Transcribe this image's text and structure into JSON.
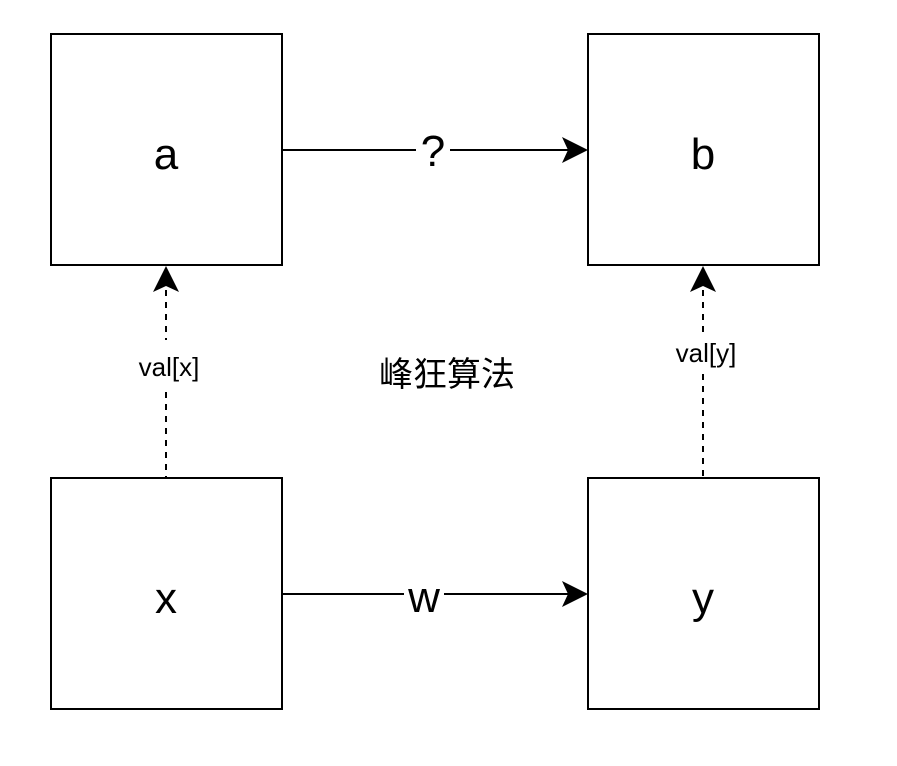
{
  "nodes": {
    "a": {
      "label": "a"
    },
    "b": {
      "label": "b"
    },
    "x": {
      "label": "x"
    },
    "y": {
      "label": "y"
    }
  },
  "edges": {
    "a_to_b": {
      "label": "?"
    },
    "x_to_y": {
      "label": "w"
    },
    "x_to_a": {
      "label": "val[x]"
    },
    "y_to_b": {
      "label": "val[y]"
    }
  },
  "center_text": "峰狂算法",
  "colors": {
    "stroke": "#000000",
    "background": "#ffffff"
  }
}
